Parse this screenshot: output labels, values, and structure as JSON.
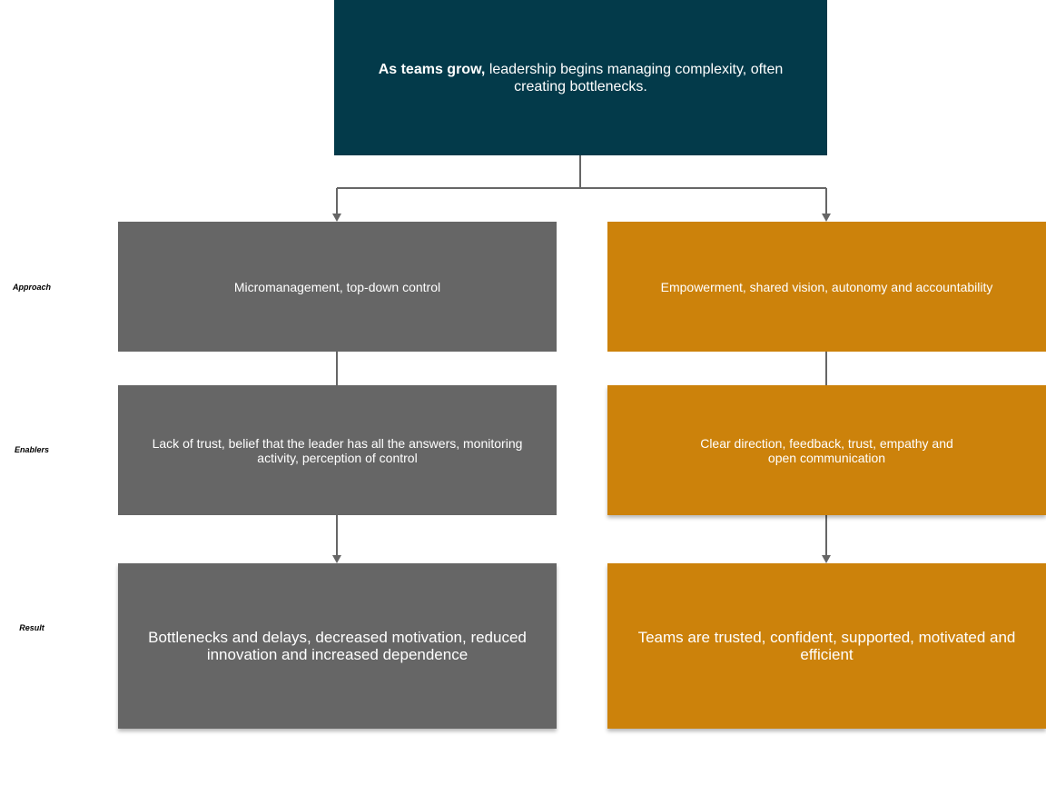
{
  "header": {
    "bold_text": "As teams grow,",
    "text": " leadership begins managing complexity, often creating bottlenecks."
  },
  "row_labels": {
    "approach": "Approach",
    "enablers": "Enablers",
    "result": "Result"
  },
  "left_column": {
    "approach": "Micromanagement, top-down control",
    "enablers": "Lack of trust, belief that the leader has all the answers, monitoring activity, perception of control",
    "result": "Bottlenecks and delays, decreased motivation, reduced innovation and increased dependence"
  },
  "right_column": {
    "approach": "Empowerment, shared vision, autonomy and accountability",
    "enablers": "Clear direction, feedback, trust, empathy and open communication",
    "result": "Teams are trusted, confident, supported, motivated and efficient"
  },
  "colors": {
    "header_bg": "#033a4a",
    "left_bg": "#666666",
    "right_bg": "#cc820b",
    "connector": "#666666"
  }
}
